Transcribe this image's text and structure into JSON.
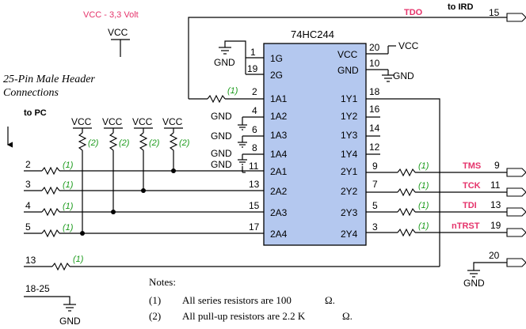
{
  "top": {
    "vcc_note": "VCC - 3,3 Volt",
    "vcc_main": "VCC",
    "tdo": "TDO",
    "to_ird": "to IRD",
    "pin15": "15"
  },
  "header": {
    "title_line1": "25-Pin Male Header",
    "title_line2": "Connections",
    "to_pc": "to PC",
    "in_pins": [
      "2",
      "3",
      "4",
      "5"
    ],
    "pin13": "13",
    "gnd_range": "18-25",
    "gnd": "GND"
  },
  "pullups": {
    "vcc": [
      "VCC",
      "VCC",
      "VCC",
      "VCC"
    ],
    "tag": "(2)"
  },
  "series_tag": "(1)",
  "chip": {
    "title": "74HC244",
    "left_labels": [
      "1G",
      "2G",
      "1A1",
      "1A2",
      "1A3",
      "1A4",
      "2A1",
      "2A2",
      "2A3",
      "2A4"
    ],
    "left_pins": [
      "1",
      "19",
      "2",
      "4",
      "6",
      "8",
      "11",
      "13",
      "15",
      "17"
    ],
    "right_labels": [
      "VCC",
      "GND",
      "1Y1",
      "1Y2",
      "1Y3",
      "1Y4",
      "2Y1",
      "2Y2",
      "2Y3",
      "2Y4"
    ],
    "right_pins": [
      "20",
      "10",
      "18",
      "16",
      "14",
      "12",
      "9",
      "7",
      "5",
      "3"
    ],
    "vcc": "VCC",
    "gnd": "GND",
    "gnd_labels": [
      "GND",
      "GND",
      "GND",
      "GND"
    ]
  },
  "outputs": {
    "signals": [
      "TMS",
      "TCK",
      "TDI",
      "nTRST"
    ],
    "pins": [
      "9",
      "11",
      "13",
      "19"
    ],
    "pin20": "20",
    "gnd": "GND"
  },
  "notes": {
    "title": "Notes:",
    "n1_tag": "(1)",
    "n1_text": "All series resistors are 100",
    "n1_unit": "Ω.",
    "n2_tag": "(2)",
    "n2_text": "All pull-up resistors are 2.2 K",
    "n2_unit": "Ω."
  }
}
